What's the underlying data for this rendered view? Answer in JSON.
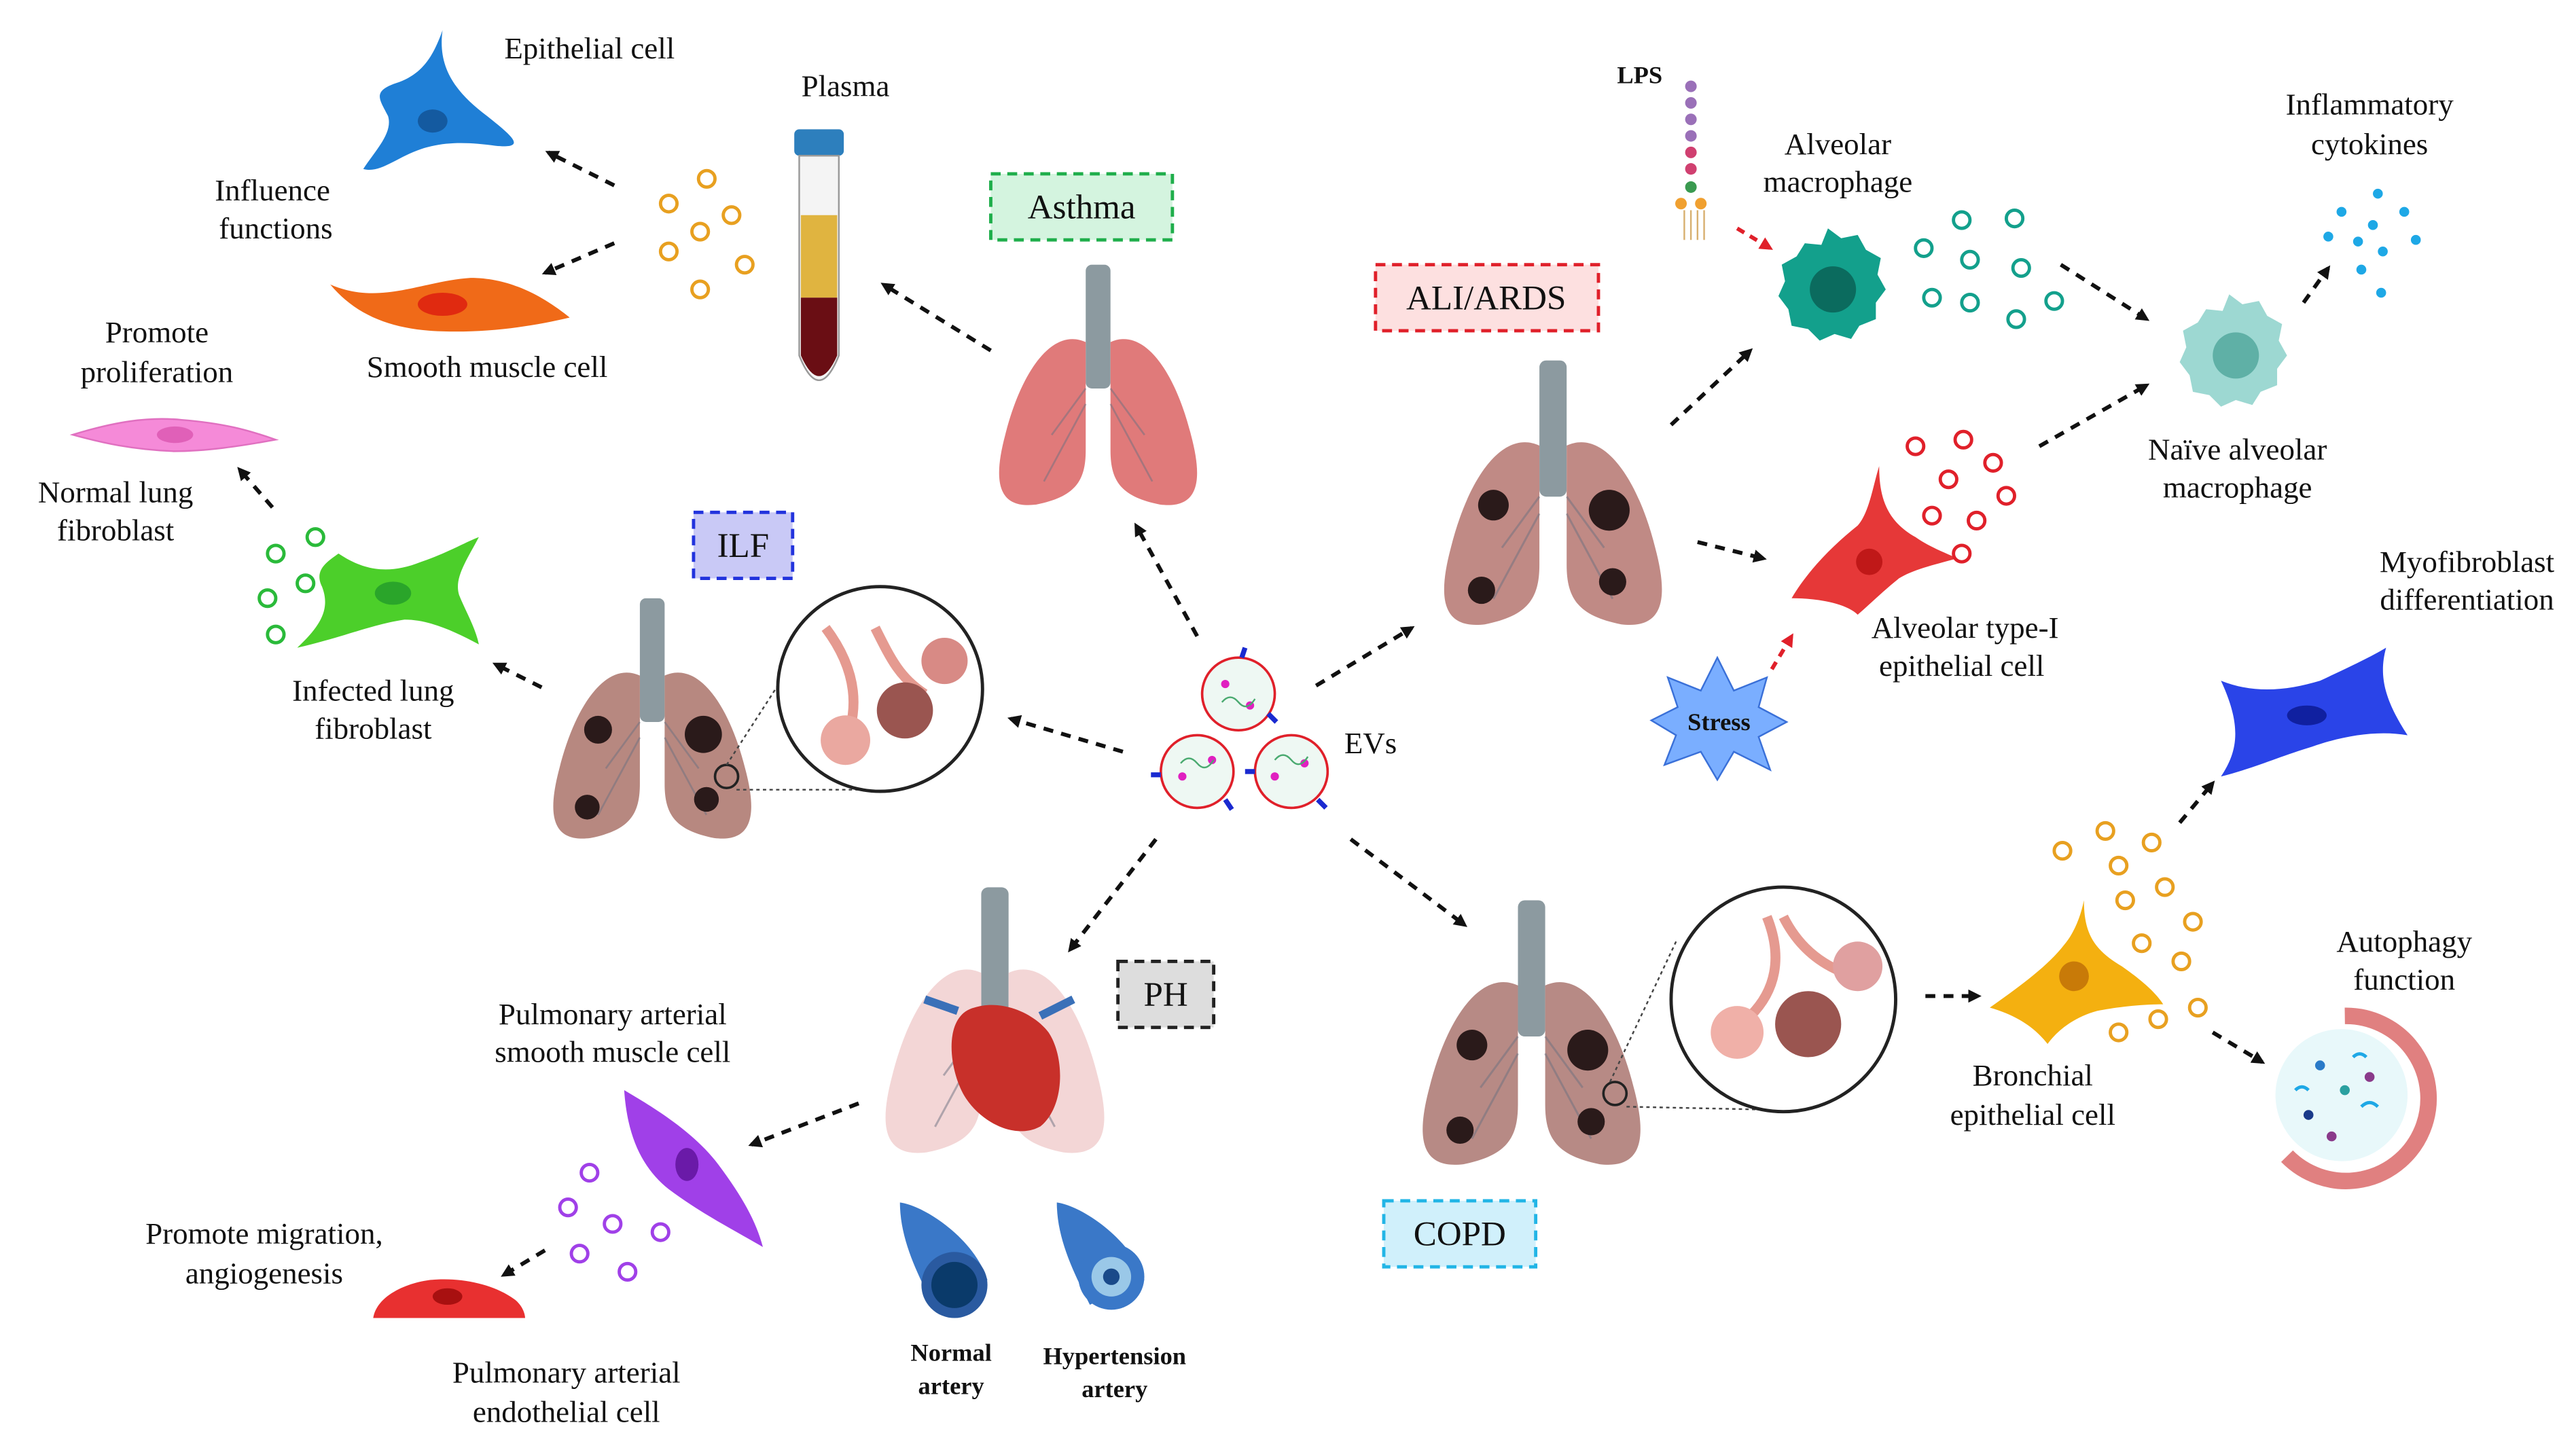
{
  "center": {
    "label": "EVs"
  },
  "diseases": {
    "asthma": "Asthma",
    "ilf": "ILF",
    "ali_ards": "ALI/ARDS",
    "ph": "PH",
    "copd": "COPD"
  },
  "asthma_branch": {
    "plasma": "Plasma",
    "epithelial_cell": "Epithelial cell",
    "influence_functions": [
      "Influence",
      "functions"
    ],
    "smooth_muscle_cell": "Smooth muscle cell"
  },
  "ilf_branch": {
    "promote_proliferation": [
      "Promote",
      "proliferation"
    ],
    "normal_lung_fibroblast": [
      "Normal lung",
      "fibroblast"
    ],
    "infected_lung_fibroblast": [
      "Infected lung",
      "fibroblast"
    ]
  },
  "ali_branch": {
    "lps": "LPS",
    "alveolar_macrophage": [
      "Alveolar",
      "macrophage"
    ],
    "inflammatory_cytokines": [
      "Inflammatory",
      "cytokines"
    ],
    "naive_alveolar_macrophage": [
      "Naïve alveolar",
      "macrophage"
    ],
    "alveolar_type_i_epithelial_cell": [
      "Alveolar type-I",
      "epithelial cell"
    ],
    "stress": "Stress"
  },
  "ph_branch": {
    "pasmc": [
      "Pulmonary arterial",
      "smooth muscle cell"
    ],
    "promote_migration": [
      "Promote migration,",
      "angiogenesis"
    ],
    "paec": [
      "Pulmonary arterial",
      "endothelial cell"
    ],
    "normal_artery": [
      "Normal",
      "artery"
    ],
    "hypertension_artery": [
      "Hypertension",
      "artery"
    ]
  },
  "copd_branch": {
    "myofibroblast": [
      "Myofibroblast",
      "differentiation"
    ],
    "autophagy": [
      "Autophagy",
      "function"
    ],
    "bronchial_epithelial_cell": [
      "Bronchial",
      "epithelial cell"
    ]
  },
  "colors": {
    "asthma_box": "#1fae4b",
    "ilf_box": "#2233dd",
    "ali_box": "#e0202a",
    "ph_box": "#222222",
    "copd_box": "#22b5e6",
    "arrow": "#111111"
  }
}
